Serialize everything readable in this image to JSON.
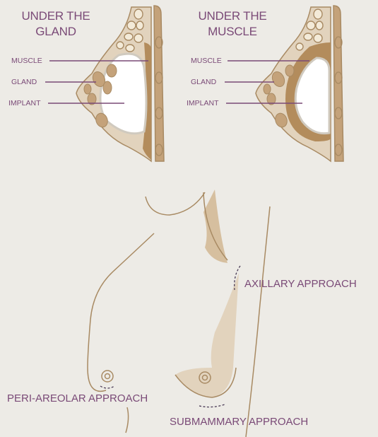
{
  "panels": {
    "left": {
      "title_line1": "UNDER THE",
      "title_line2": "GLAND",
      "labels": {
        "muscle": "MUSCLE",
        "gland": "GLAND",
        "implant": "IMPLANT"
      }
    },
    "right": {
      "title_line1": "UNDER THE",
      "title_line2": "MUSCLE",
      "labels": {
        "muscle": "MUSCLE",
        "gland": "GLAND",
        "implant": "IMPLANT"
      }
    }
  },
  "approaches": {
    "axillary": "AXILLARY APPROACH",
    "peri_areolar": "PERI-AREOLAR APPROACH",
    "submammary": "SUBMAMMARY APPROACH"
  },
  "colors": {
    "background": "#edebe6",
    "outline": "#a88a63",
    "tissue_dark": "#c4a27a",
    "tissue_light": "#e2d3bd",
    "implant": "#ffffff",
    "label": "#7a4a77"
  }
}
